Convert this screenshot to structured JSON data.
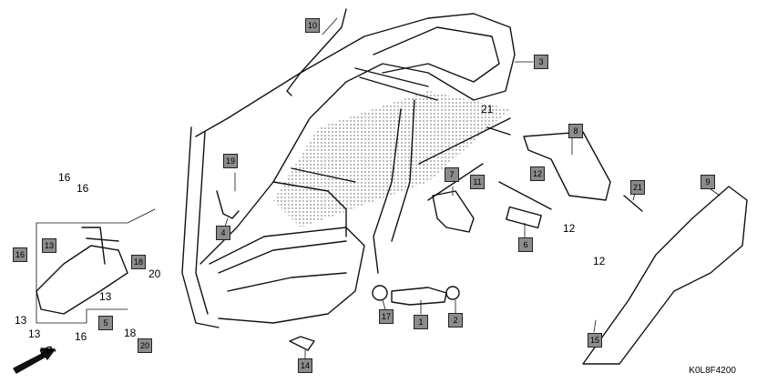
{
  "diagram_code": "K0L8F4200",
  "direction_label": "FR.",
  "boxed_callouts": [
    {
      "id": "b10",
      "text": "10"
    },
    {
      "id": "b3",
      "text": "3"
    },
    {
      "id": "b8",
      "text": "8"
    },
    {
      "id": "b12a",
      "text": "12"
    },
    {
      "id": "b11",
      "text": "11"
    },
    {
      "id": "b7",
      "text": "7"
    },
    {
      "id": "b21",
      "text": "21"
    },
    {
      "id": "b9",
      "text": "9"
    },
    {
      "id": "b6",
      "text": "6"
    },
    {
      "id": "b19",
      "text": "19"
    },
    {
      "id": "b4",
      "text": "4"
    },
    {
      "id": "b16",
      "text": "16"
    },
    {
      "id": "b13",
      "text": "13"
    },
    {
      "id": "b18",
      "text": "18"
    },
    {
      "id": "b5",
      "text": "5"
    },
    {
      "id": "b20",
      "text": "20"
    },
    {
      "id": "b17",
      "text": "17"
    },
    {
      "id": "b1",
      "text": "1"
    },
    {
      "id": "b2",
      "text": "2"
    },
    {
      "id": "b14",
      "text": "14"
    },
    {
      "id": "b15",
      "text": "15"
    }
  ],
  "plain_callouts": [
    {
      "id": "p21",
      "text": "21"
    },
    {
      "id": "p16a",
      "text": "16"
    },
    {
      "id": "p16b",
      "text": "16"
    },
    {
      "id": "p20",
      "text": "20"
    },
    {
      "id": "p13a",
      "text": "13"
    },
    {
      "id": "p13b",
      "text": "13"
    },
    {
      "id": "p13c",
      "text": "13"
    },
    {
      "id": "p16c",
      "text": "16"
    },
    {
      "id": "p18",
      "text": "18"
    },
    {
      "id": "p12a",
      "text": "12"
    },
    {
      "id": "p12b",
      "text": "12"
    }
  ]
}
